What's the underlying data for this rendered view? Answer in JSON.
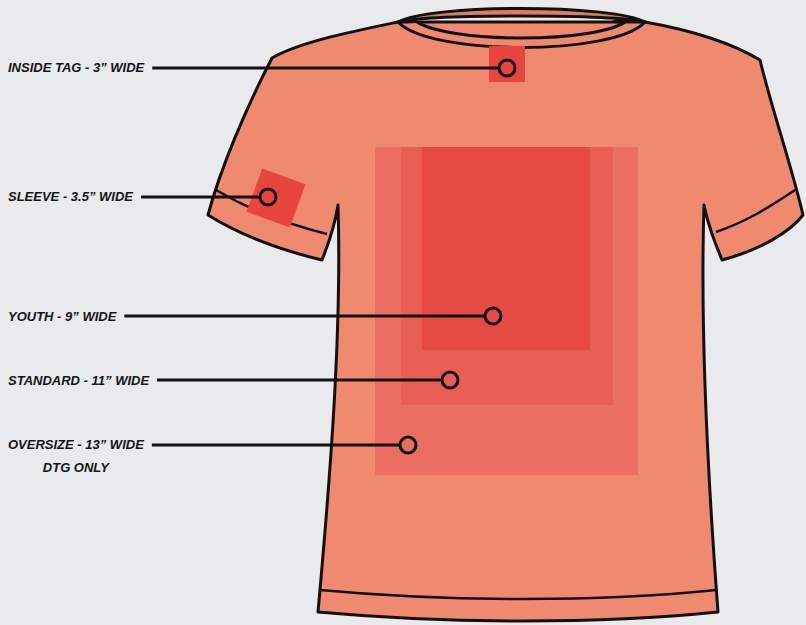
{
  "diagram": {
    "labels": [
      "INSIDE TAG - 3” WIDE",
      "SLEEVE - 3.5” WIDE",
      "YOUTH - 9” WIDE",
      "STANDARD - 11” WIDE",
      "OVERSIZE - 13” WIDE",
      "DTG ONLY"
    ]
  }
}
